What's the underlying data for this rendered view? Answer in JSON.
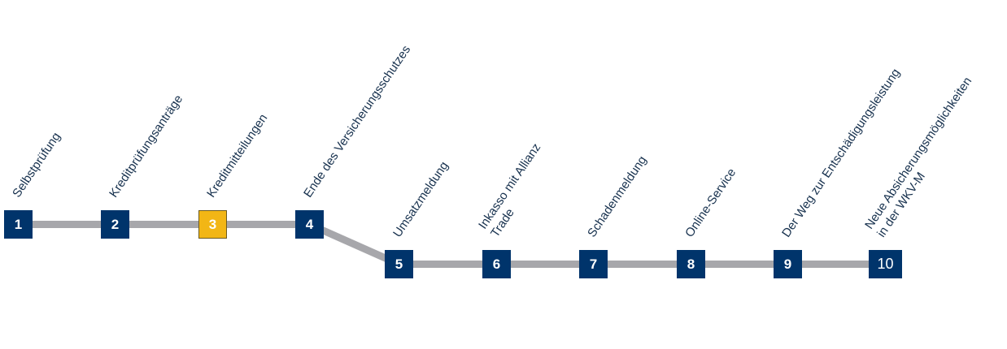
{
  "colors": {
    "step_fill": "#00346b",
    "step_active_fill": "#f2b615",
    "track": "#a7a7ab",
    "label_text": "#17314e"
  },
  "active_step": 3,
  "steps": [
    {
      "number": "1",
      "label": [
        "Selbstprüfung"
      ]
    },
    {
      "number": "2",
      "label": [
        "Kreditprüfungsanträge"
      ]
    },
    {
      "number": "3",
      "label": [
        "Kreditmitteilungen"
      ]
    },
    {
      "number": "4",
      "label": [
        "Ende des Versicherungsschutzes"
      ]
    },
    {
      "number": "5",
      "label": [
        "Umsatzmeldung"
      ]
    },
    {
      "number": "6",
      "label": [
        "Inkasso mit Allianz",
        "Trade"
      ]
    },
    {
      "number": "7",
      "label": [
        "Schadenmeldung"
      ]
    },
    {
      "number": "8",
      "label": [
        "Online-Service"
      ]
    },
    {
      "number": "9",
      "label": [
        "Der Weg zur Entschädigungsleistung"
      ]
    },
    {
      "number": "10",
      "label": [
        "Neue Absicherungsmöglichkeiten",
        "in der WKV-M"
      ]
    }
  ]
}
